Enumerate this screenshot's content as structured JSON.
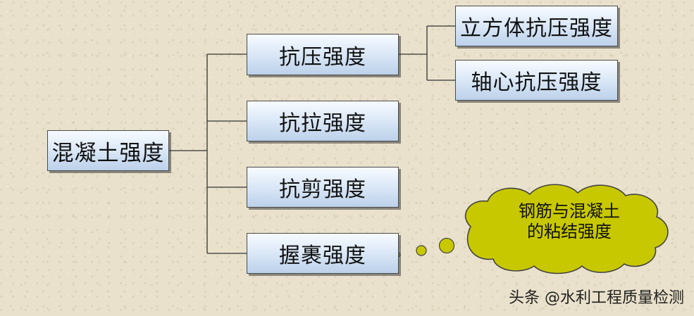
{
  "diagram": {
    "root": {
      "label": "混凝土强度"
    },
    "branches": [
      {
        "label": "抗压强度",
        "children": [
          {
            "label": "立方体抗压强度"
          },
          {
            "label": "轴心抗压强度"
          }
        ]
      },
      {
        "label": "抗拉强度"
      },
      {
        "label": "抗剪强度"
      },
      {
        "label": "握裹强度"
      }
    ],
    "callout": {
      "line1": "钢筋与混凝土",
      "line2": "的粘结强度",
      "fill_color": "#c8c800"
    },
    "colors": {
      "background": "#e9e1cb",
      "box_gradient_top": "#f7fbff",
      "box_gradient_bottom": "#bcd1ea",
      "connector": "#333333"
    }
  },
  "watermark": "头条 @水利工程质量检测"
}
